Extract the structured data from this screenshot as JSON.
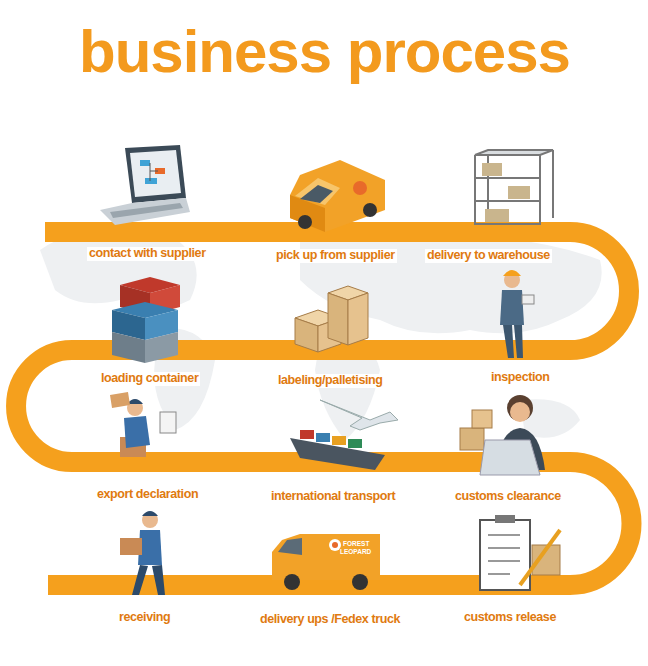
{
  "diagram": {
    "title": "business process",
    "labels": [
      "contact with supplier",
      "pick up from supplier",
      "delivery to warehouse",
      "loading container",
      "labeling/palletising",
      "inspection",
      "export declaration",
      "international  transport",
      "customs clearance",
      "receiving",
      "delivery ups /Fedex truck",
      "customs release",
      "FOREST",
      "LEOPARD"
    ]
  }
}
